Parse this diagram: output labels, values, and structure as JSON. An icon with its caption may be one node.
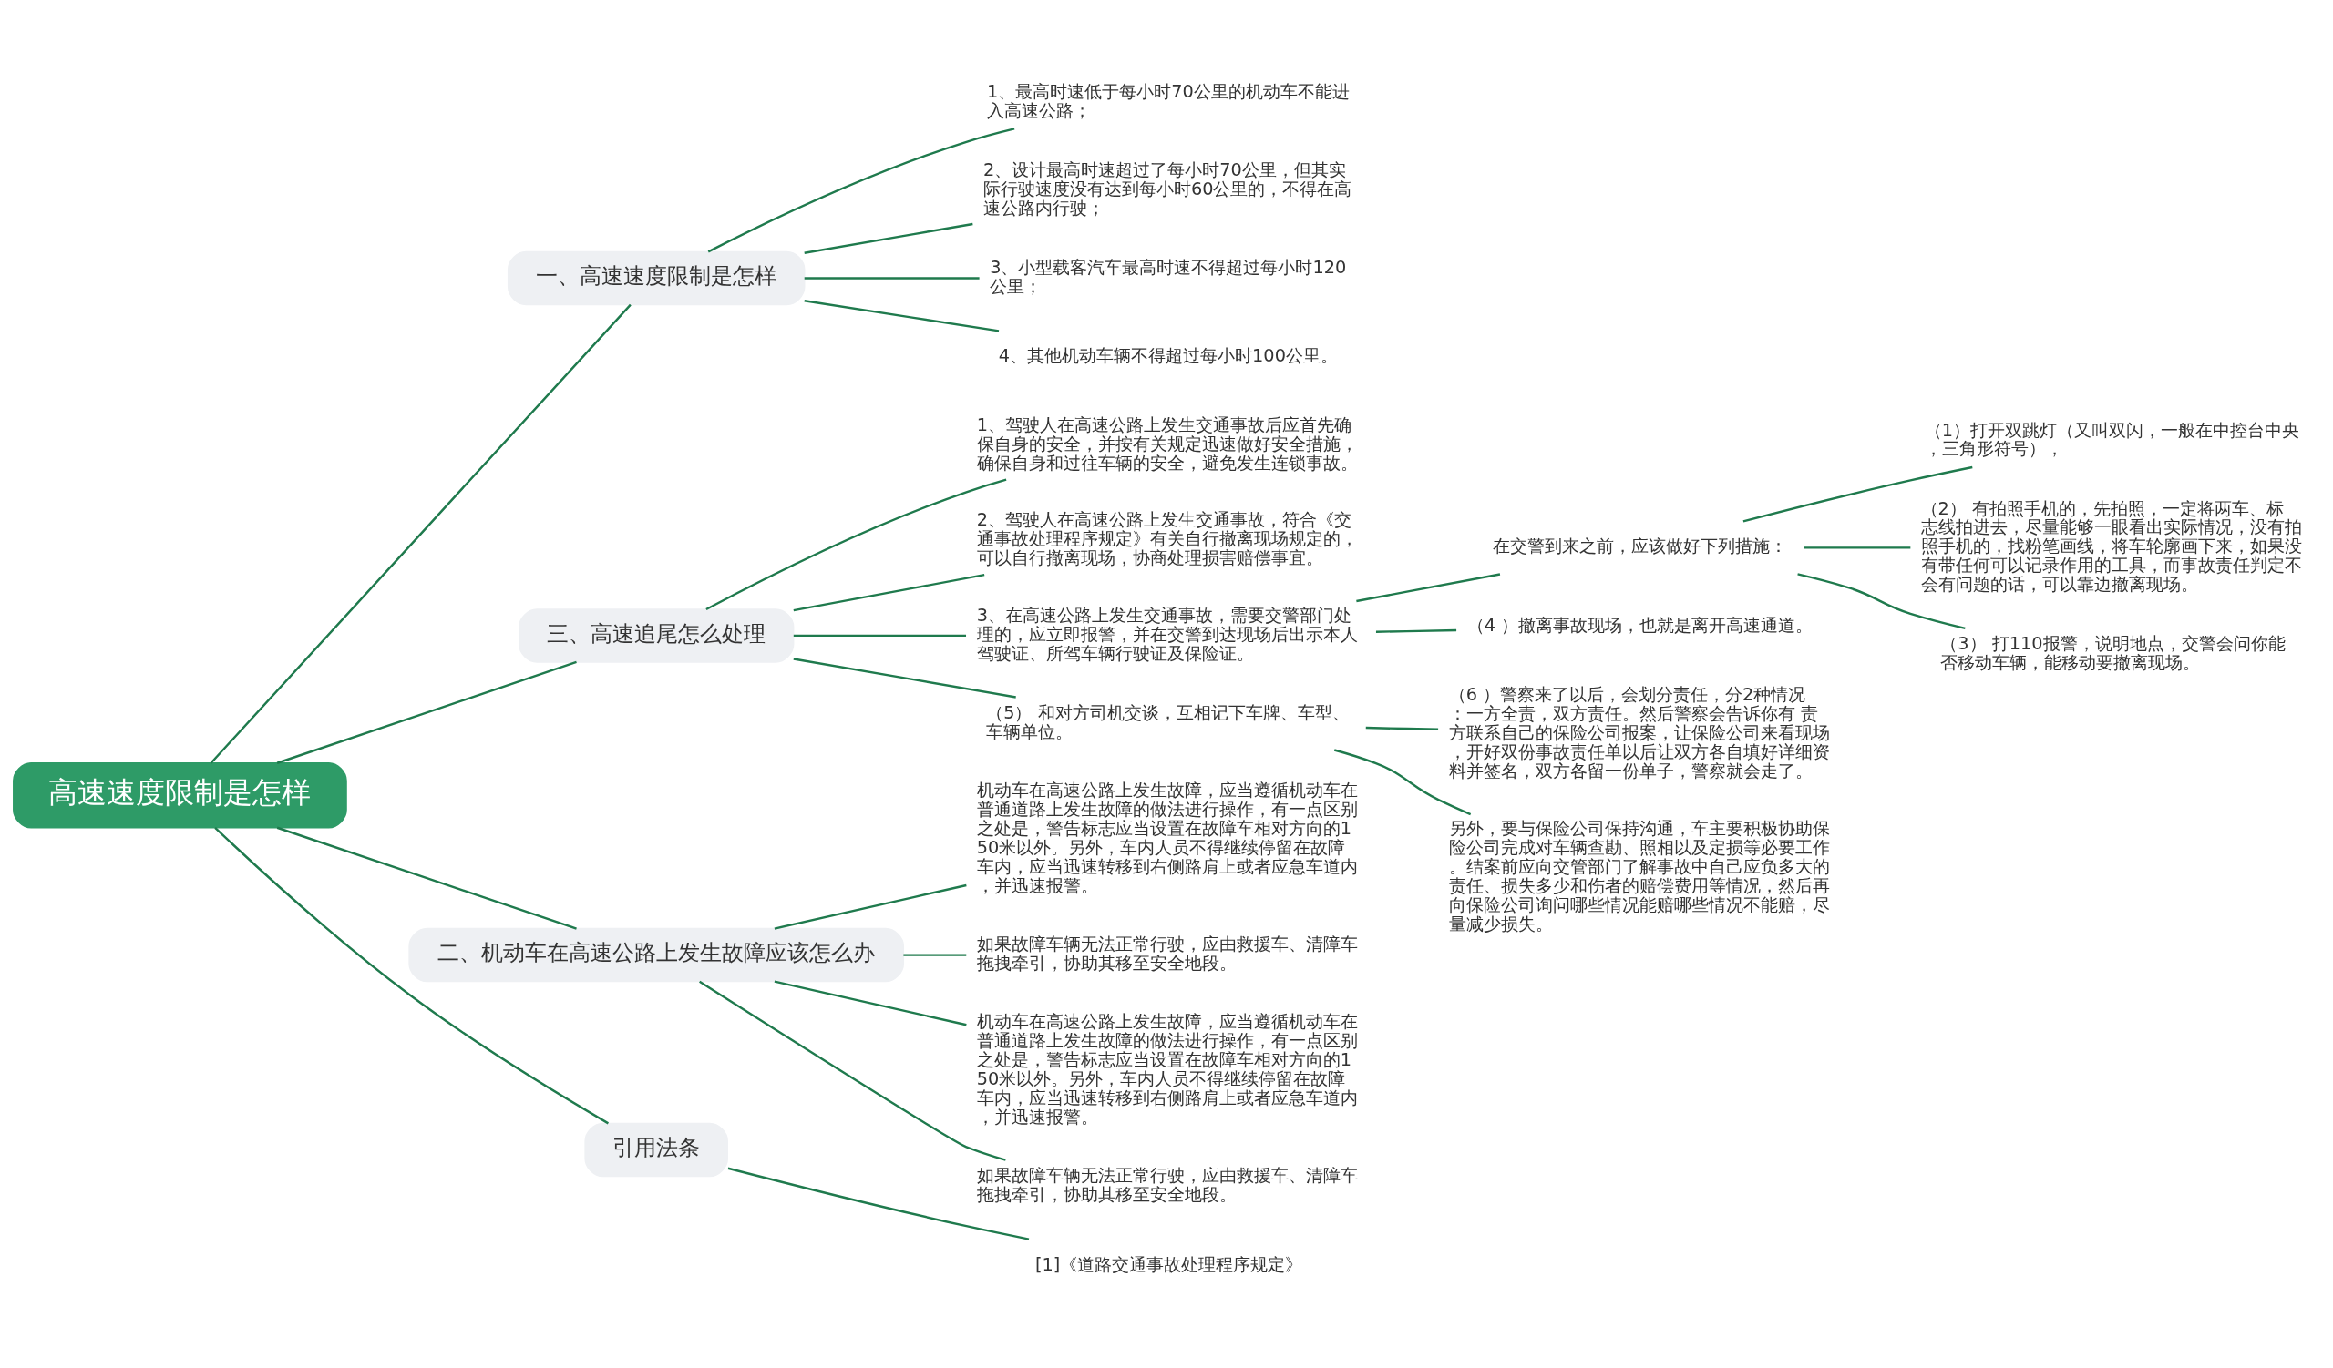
{
  "diagram": {
    "nodes": [
      {
        "text": [
          "高速速度限制是怎样"
        ]
      },
      {
        "text": [
          "一、高速速度限制是怎样"
        ]
      },
      {
        "text": [
          "1、最高时速低于每小时70公里的机动车不能进入高速公路；"
        ]
      },
      {
        "text": [
          "2、设计最高时速超过了每小时70公里，但其实际行驶速度没有达到每小时60公里的，不得在高速公路内行驶；"
        ]
      },
      {
        "text": [
          "3、小型载客汽车最高时速不得超过每小时120公里；"
        ]
      },
      {
        "text": [
          "4、其他机动车辆不得超过每小时100公里。"
        ]
      },
      {
        "text": [
          "三、高速追尾怎么处理"
        ]
      },
      {
        "text": [
          "1、驾驶人在高速公路上发生交通事故后应首先确保自身的安全，并按有关规定迅速做好安全措施，确保自身和过往车辆的安全，避免发生连锁事故。"
        ]
      },
      {
        "text": [
          "2、驾驶人在高速公路上发生交通事故，符合《交通事故处理程序规定》有关自行撤离现场规定的，可以自行撤离现场，协商处理损害赔偿事宜。"
        ]
      },
      {
        "text": [
          "3、在高速公路上发生交通事故，需要交警部门处理的，应立即报警，并在交警到达现场后出示本人驾驶证、所驾车辆行驶证及保险证。"
        ]
      },
      {
        "text": [
          "在交警到来之前，应该做好下列措施："
        ]
      },
      {
        "text": [
          "（1）打开双跳灯（又叫双闪，一般在中控台中央，三角形符号），"
        ]
      },
      {
        "text": [
          "（2） 有拍照手机的，先拍照，一定将两车、标志线拍进去，尽量能够一眼看出实际情况，没有拍照手机的，找粉笔画线，将车轮廓画下来，如果没有带任何可以记录作用的工具，而事故责任判定不会有问题的话，可以靠边撤离现场。"
        ]
      },
      {
        "text": [
          "（3） 打110报警，说明地点，交警会问你能否移动车辆，能移动要撤离现场。"
        ]
      },
      {
        "text": [
          "（4 ）撤离事故现场，也就是离开高速通道。"
        ]
      },
      {
        "text": [
          "（5） 和对方司机交谈，互相记下车牌、车型、车辆单位。"
        ]
      },
      {
        "text": [
          "（6 ）警察来了以后，会划分责任，分2种情况：一方全责，双方责任。然后警察会告诉你有 责方联系自己的保险公司报案，让保险公司来看现场，开好双份事故责任单以后让双方各自填好详细资料并签名，双方各留一份单子，警察就会走了。"
        ]
      },
      {
        "text": [
          "另外，要与保险公司保持沟通，车主要积极协助保险公司完成对车辆查勘、照相以及定损等必要工作。结案前应向交管部门了解事故中自己应负多大的责任、损失多少和伤者的赔偿费用等情况，然后再向保险公司询问哪些情况能赔哪些情况不能赔，尽量减少损失。"
        ]
      },
      {
        "text": [
          "二、机动车在高速公路上发生故障应该怎么办"
        ]
      },
      {
        "text": [
          "机动车在高速公路上发生故障，应当遵循机动车在普通道路上发生故障的做法进行操作，有一点区别之处是，警告标志应当设置在故障车相对方向的150米以外。另外，车内人员不得继续停留在故障车内，应当迅速转移到右侧路肩上或者应急车道内，并迅速报警。"
        ]
      },
      {
        "text": [
          "如果故障车辆无法正常行驶，应由救援车、清障车拖拽牵引，协助其移至安全地段。"
        ]
      },
      {
        "text": [
          "机动车在高速公路上发生故障，应当遵循机动车在普通道路上发生故障的做法进行操作，有一点区别之处是，警告标志应当设置在故障车相对方向的150米以外。另外，车内人员不得继续停留在故障车内，应当迅速转移到右侧路肩上或者应急车道内，并迅速报警。"
        ]
      },
      {
        "text": [
          "如果故障车辆无法正常行驶，应由救援车、清障车拖拽牵引，协助其移至安全地段。"
        ]
      },
      {
        "text": [
          "引用法条"
        ]
      },
      {
        "text": [
          "[1]《道路交通事故处理程序规定》"
        ]
      }
    ],
    "edges": [
      {
        "from": 0,
        "to": 1,
        "arrow": "none"
      },
      {
        "from": 1,
        "to": 2,
        "arrow": "none"
      },
      {
        "from": 1,
        "to": 3,
        "arrow": "none"
      },
      {
        "from": 1,
        "to": 4,
        "arrow": "none"
      },
      {
        "from": 1,
        "to": 5,
        "arrow": "none"
      },
      {
        "from": 0,
        "to": 6,
        "arrow": "none"
      },
      {
        "from": 6,
        "to": 7,
        "arrow": "none"
      },
      {
        "from": 6,
        "to": 8,
        "arrow": "none"
      },
      {
        "from": 6,
        "to": 9,
        "arrow": "none"
      },
      {
        "from": 9,
        "to": 10,
        "arrow": "none"
      },
      {
        "from": 10,
        "to": 11,
        "arrow": "none"
      },
      {
        "from": 10,
        "to": 12,
        "arrow": "none"
      },
      {
        "from": 10,
        "to": 13,
        "arrow": "none"
      },
      {
        "from": 9,
        "to": 14,
        "arrow": "none"
      },
      {
        "from": 6,
        "to": 15,
        "arrow": "none"
      },
      {
        "from": 15,
        "to": 16,
        "arrow": "none"
      },
      {
        "from": 15,
        "to": 17,
        "arrow": "none"
      },
      {
        "from": 0,
        "to": 18,
        "arrow": "none"
      },
      {
        "from": 18,
        "to": 19,
        "arrow": "none"
      },
      {
        "from": 18,
        "to": 20,
        "arrow": "none"
      },
      {
        "from": 18,
        "to": 21,
        "arrow": "none"
      },
      {
        "from": 18,
        "to": 22,
        "arrow": "none"
      },
      {
        "from": 0,
        "to": 23,
        "arrow": "none"
      },
      {
        "from": 23,
        "to": 24,
        "arrow": "none"
      }
    ]
  }
}
